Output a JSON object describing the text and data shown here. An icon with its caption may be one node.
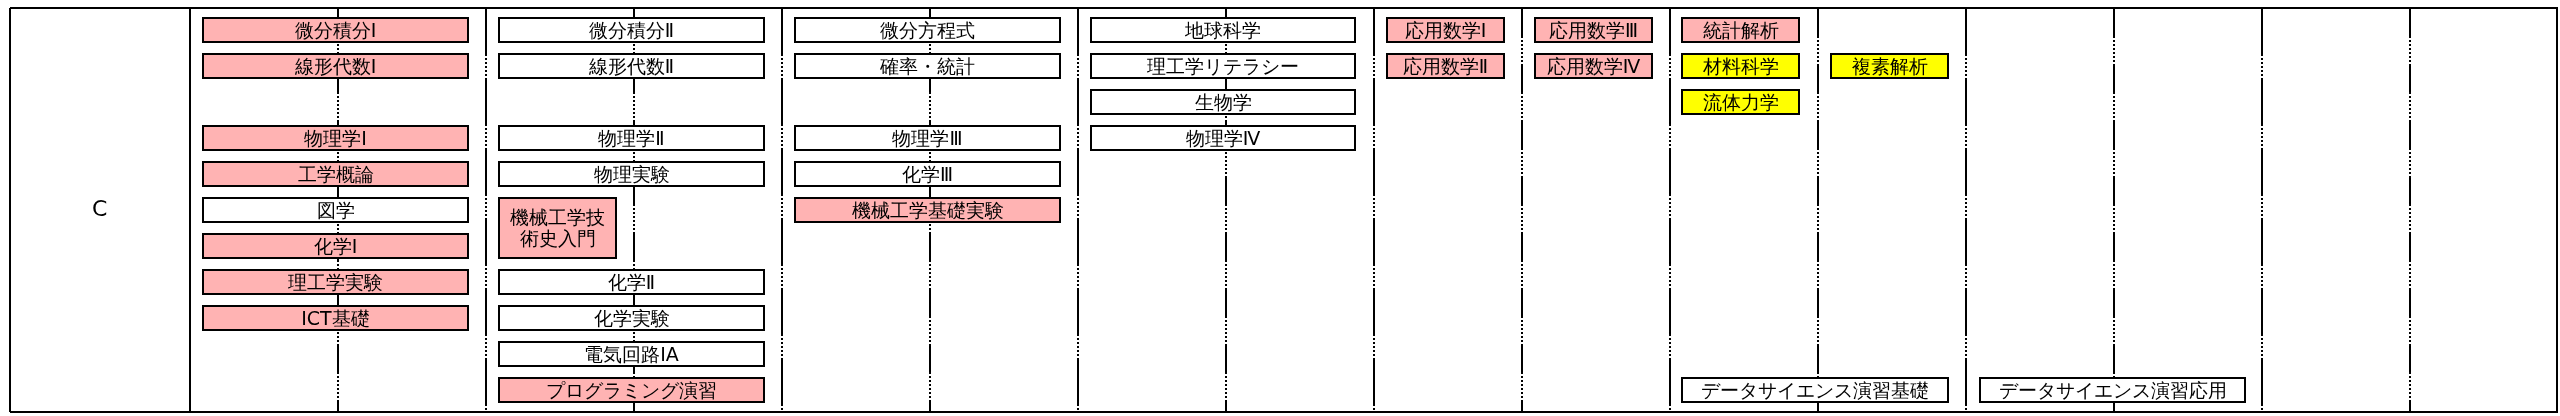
{
  "diagram": {
    "nodes": [
      {
        "text": [
          "微分積分Ⅰ"
        ]
      },
      {
        "text": [
          "線形代数Ⅰ"
        ]
      },
      {
        "text": [
          "物理学Ⅰ"
        ]
      },
      {
        "text": [
          "工学概論"
        ]
      },
      {
        "text": [
          "図学"
        ]
      },
      {
        "text": [
          "化学Ⅰ"
        ]
      },
      {
        "text": [
          "理工学実験"
        ]
      },
      {
        "text": [
          "ICT基礎"
        ]
      },
      {
        "text": [
          "微分積分Ⅱ"
        ]
      },
      {
        "text": [
          "線形代数Ⅱ"
        ]
      },
      {
        "text": [
          "物理学Ⅱ"
        ]
      },
      {
        "text": [
          "物理実験"
        ]
      },
      {
        "text": [
          "機械工学技術史入門"
        ]
      },
      {
        "text": [
          "化学Ⅱ"
        ]
      },
      {
        "text": [
          "化学実験"
        ]
      },
      {
        "text": [
          "電気回路ⅠA"
        ]
      },
      {
        "text": [
          "プログラミング演習"
        ]
      },
      {
        "text": [
          "微分方程式"
        ]
      },
      {
        "text": [
          "確率・統計"
        ]
      },
      {
        "text": [
          "物理学Ⅲ"
        ]
      },
      {
        "text": [
          "化学Ⅲ"
        ]
      },
      {
        "text": [
          "機械工学基礎実験"
        ]
      },
      {
        "text": [
          "地球科学"
        ]
      },
      {
        "text": [
          "理工学リテラシー"
        ]
      },
      {
        "text": [
          "生物学"
        ]
      },
      {
        "text": [
          "物理学Ⅳ"
        ]
      },
      {
        "text": [
          "応用数学Ⅰ"
        ]
      },
      {
        "text": [
          "応用数学Ⅱ"
        ]
      },
      {
        "text": [
          "応用数学Ⅲ"
        ]
      },
      {
        "text": [
          "応用数学Ⅳ"
        ]
      },
      {
        "text": [
          "統計解析"
        ]
      },
      {
        "text": [
          "材料科学"
        ]
      },
      {
        "text": [
          "流体力学"
        ]
      },
      {
        "text": [
          "データサイエンス演習基礎"
        ]
      },
      {
        "text": [
          "複素解析"
        ]
      },
      {
        "text": [
          "データサイエンス演習応用"
        ]
      }
    ],
    "labels": [
      "C"
    ]
  }
}
